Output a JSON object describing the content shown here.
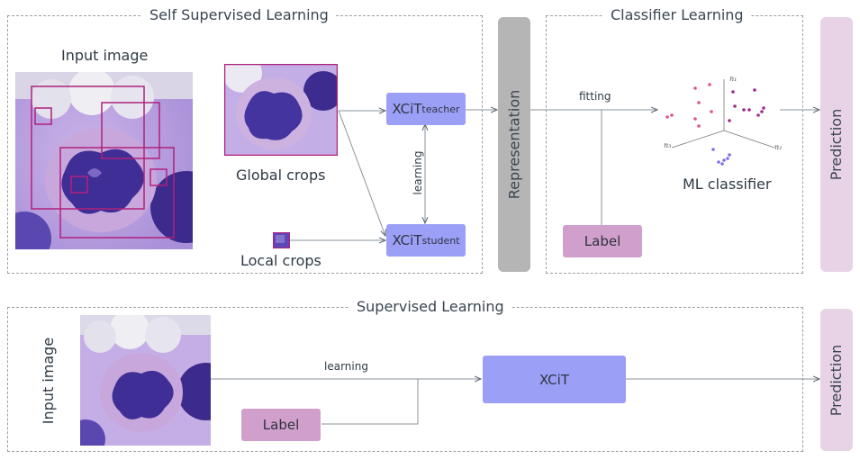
{
  "ssl": {
    "title": "Self Supervised Learning",
    "input_image_label": "Input  image",
    "global_crops_label": "Global  crops",
    "local_crops_label": "Local  crops",
    "xcit_teacher": {
      "base": "XCiT",
      "sub": "teacher"
    },
    "xcit_student": {
      "base": "XCiT",
      "sub": "student"
    },
    "learning_label": "learning"
  },
  "representation_label": "Representation",
  "classifier": {
    "title": "Classifier Learning",
    "fitting_label": "fitting",
    "label_box": "Label",
    "ml_classifier_label": "ML classifier",
    "axes": {
      "a1": "n₁",
      "a2": "n₂",
      "a3": "n₃"
    }
  },
  "prediction_label": "Prediction",
  "supervised": {
    "title": "Supervised Learning",
    "input_image_label": "Input  image",
    "learning_label": "learning",
    "label_box": "Label",
    "xcit": "XCiT",
    "prediction_label": "Prediction"
  },
  "colors": {
    "blue_box": "#9c9ff6",
    "pink_box": "#d19fcb",
    "gray_bar": "#b5b5b5",
    "pred_bar": "#e8d3e6",
    "crop_outline": "#b0217c"
  }
}
